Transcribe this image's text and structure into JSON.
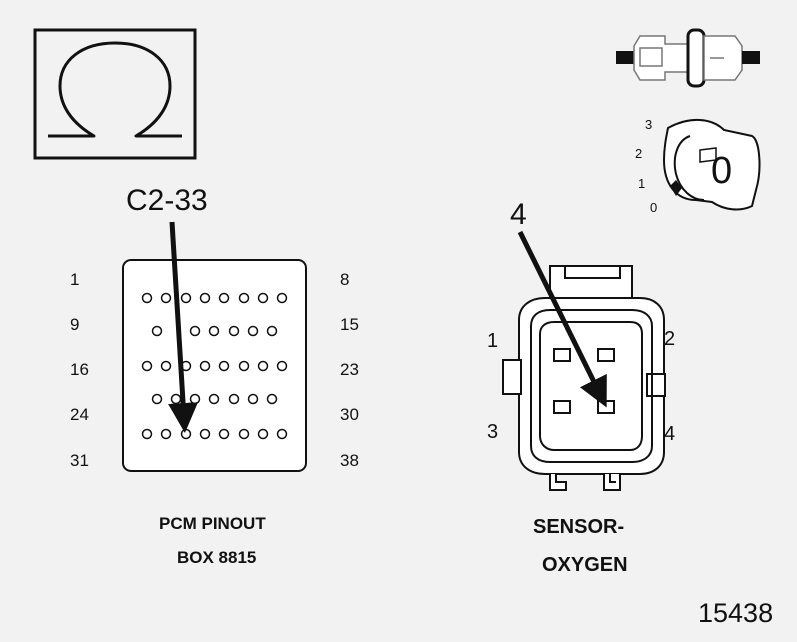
{
  "ohmmeter": {
    "symbol": "Ω"
  },
  "ignition_switch": {
    "positions": [
      "3",
      "2",
      "1",
      "0"
    ],
    "current_position": "0"
  },
  "pcm": {
    "callout": "C2-33",
    "row_labels_left": [
      "1",
      "9",
      "16",
      "24",
      "31"
    ],
    "row_labels_right": [
      "8",
      "15",
      "23",
      "30",
      "38"
    ],
    "caption_line1": "PCM PINOUT",
    "caption_line2": "BOX 8815"
  },
  "sensor": {
    "callout": "4",
    "pin_labels": {
      "p1": "1",
      "p2": "2",
      "p3": "3",
      "p4": "4"
    },
    "caption_line1": "SENSOR-",
    "caption_line2": "OXYGEN"
  },
  "figure_number": "15438"
}
